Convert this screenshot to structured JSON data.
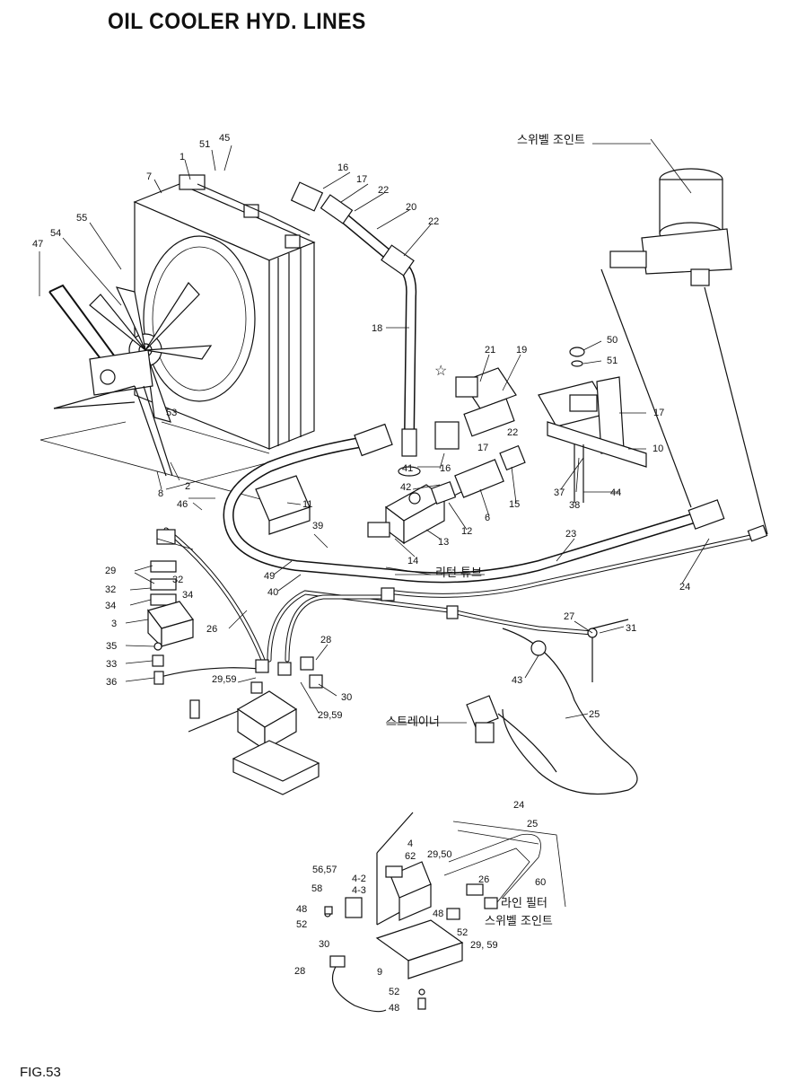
{
  "title": "OIL COOLER HYD. LINES",
  "figure_label": "FIG.53",
  "korean_labels": {
    "swivel_joint_top": "스위벨 조인트",
    "return_tube": "리턴 튜브",
    "strainer": "스트레이너",
    "line_filter": "라인 필터",
    "swivel_joint_bottom": "스위벨 조인트"
  },
  "part_numbers": {
    "p45": "45",
    "p51a": "51",
    "p1": "1",
    "p7": "7",
    "p16a": "16",
    "p17a": "17",
    "p22a": "22",
    "p20": "20",
    "p22b": "22",
    "p55": "55",
    "p54": "54",
    "p47": "47",
    "p18": "18",
    "p50": "50",
    "p51b": "51",
    "p21": "21",
    "p19": "19",
    "p17b": "17",
    "p22c": "22",
    "p17c": "17",
    "p10": "10",
    "p53": "53",
    "p16b": "16",
    "p41": "41",
    "p42": "42",
    "p15": "15",
    "p6": "6",
    "p37": "37",
    "p38": "38",
    "p44": "44",
    "p2": "2",
    "p8": "8",
    "p11": "11",
    "p46": "46",
    "p12": "12",
    "p13": "13",
    "p14": "14",
    "p39": "39",
    "p23": "23",
    "p24a": "24",
    "p49": "49",
    "p40": "40",
    "p29a": "29",
    "p32a": "32",
    "p32b": "32",
    "p34a": "34",
    "p34b": "34",
    "p3": "3",
    "p26a": "26",
    "p27": "27",
    "p31": "31",
    "p35": "35",
    "p33": "33",
    "p36": "36",
    "p28a": "28",
    "p2959a": "29,59",
    "p43": "43",
    "p30a": "30",
    "p2959b": "29,59",
    "p25a": "25",
    "p24b": "24",
    "p25b": "25",
    "p4": "4",
    "p62": "62",
    "p2950": "29,50",
    "p5657": "56,57",
    "p42b": "4-2",
    "p43b": "4-3",
    "p26b": "26",
    "p60": "60",
    "p58": "58",
    "p48a": "48",
    "p52a": "52",
    "p48b": "48",
    "p52b": "52",
    "p30b": "30",
    "p2959c": "29, 59",
    "p28b": "28",
    "p9": "9",
    "p52c": "52",
    "p48c": "48"
  }
}
